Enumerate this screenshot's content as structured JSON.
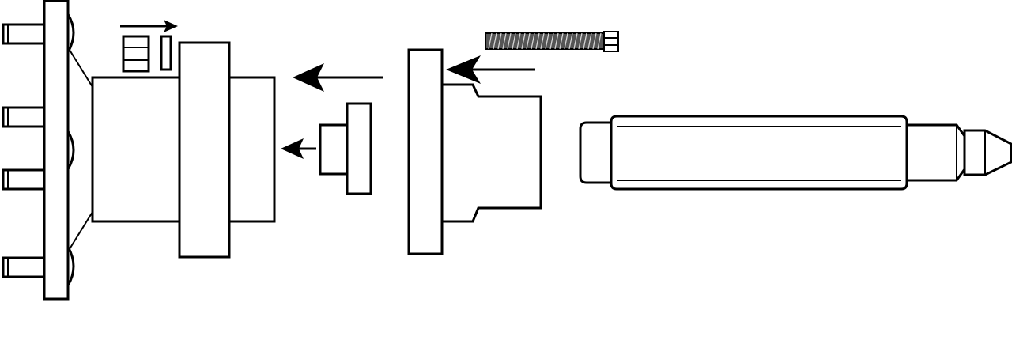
{
  "diagram": {
    "kind": "exploded-assembly",
    "colors": {
      "line": "#000000",
      "background": "#ffffff",
      "thread": "#555555"
    },
    "components": [
      "hub-flange-with-studs",
      "bearing-hub",
      "bearing-spacer-ring",
      "adapter-cup",
      "threaded-rod",
      "pilot-plug",
      "nut",
      "washer",
      "drift-handle"
    ],
    "arrows": [
      "install-direction-hub",
      "install-direction-pilot",
      "install-direction-cup",
      "nut-direction"
    ]
  }
}
